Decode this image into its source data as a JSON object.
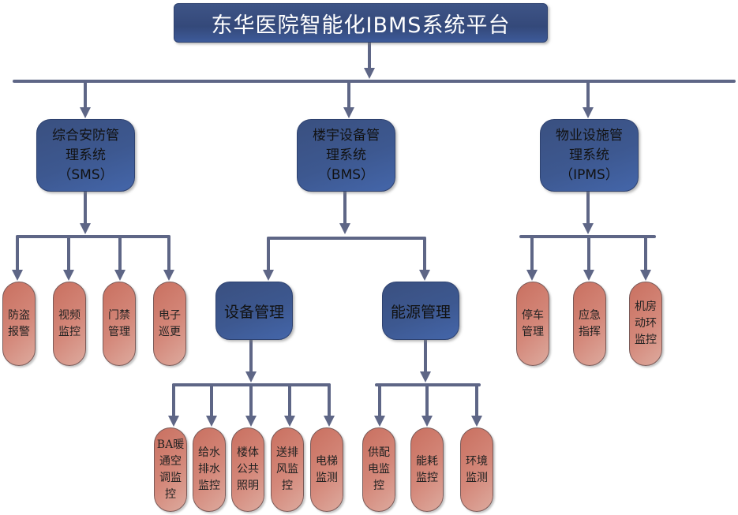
{
  "title": "东华医院智能化IBMS系统平台",
  "systems": [
    {
      "id": "sms",
      "label_lines": [
        "综合安防管",
        "理系统",
        "（SMS）"
      ],
      "children": [
        {
          "label_lines": [
            "防盗",
            "报警"
          ]
        },
        {
          "label_lines": [
            "视频",
            "监控"
          ]
        },
        {
          "label_lines": [
            "门禁",
            "管理"
          ]
        },
        {
          "label_lines": [
            "电子",
            "巡更"
          ]
        }
      ]
    },
    {
      "id": "bms",
      "label_lines": [
        "楼宇设备管",
        "理系统",
        "（BMS）"
      ],
      "subgroups": [
        {
          "label": "设备管理",
          "children": [
            {
              "label_lines": [
                "BA暖",
                "通空",
                "调监",
                "控"
              ]
            },
            {
              "label_lines": [
                "给水",
                "排水",
                "监控"
              ]
            },
            {
              "label_lines": [
                "楼体",
                "公共",
                "照明"
              ]
            },
            {
              "label_lines": [
                "送排",
                "风监",
                "控"
              ]
            },
            {
              "label_lines": [
                "电梯",
                "监测"
              ]
            }
          ]
        },
        {
          "label": "能源管理",
          "children": [
            {
              "label_lines": [
                "供配",
                "电监",
                "控"
              ]
            },
            {
              "label_lines": [
                "能耗",
                "监控"
              ]
            },
            {
              "label_lines": [
                "环境",
                "监测"
              ]
            }
          ]
        }
      ]
    },
    {
      "id": "ipms",
      "label_lines": [
        "物业设施管",
        "理系统",
        "（IPMS）"
      ],
      "children": [
        {
          "label_lines": [
            "停车",
            "管理"
          ]
        },
        {
          "label_lines": [
            "应急",
            "指挥"
          ]
        },
        {
          "label_lines": [
            "机房",
            "动环",
            "监控"
          ]
        }
      ]
    }
  ],
  "colors": {
    "connector": "#5e6686",
    "system_box": "#3d5890",
    "leaf_box": "#d4887a"
  }
}
